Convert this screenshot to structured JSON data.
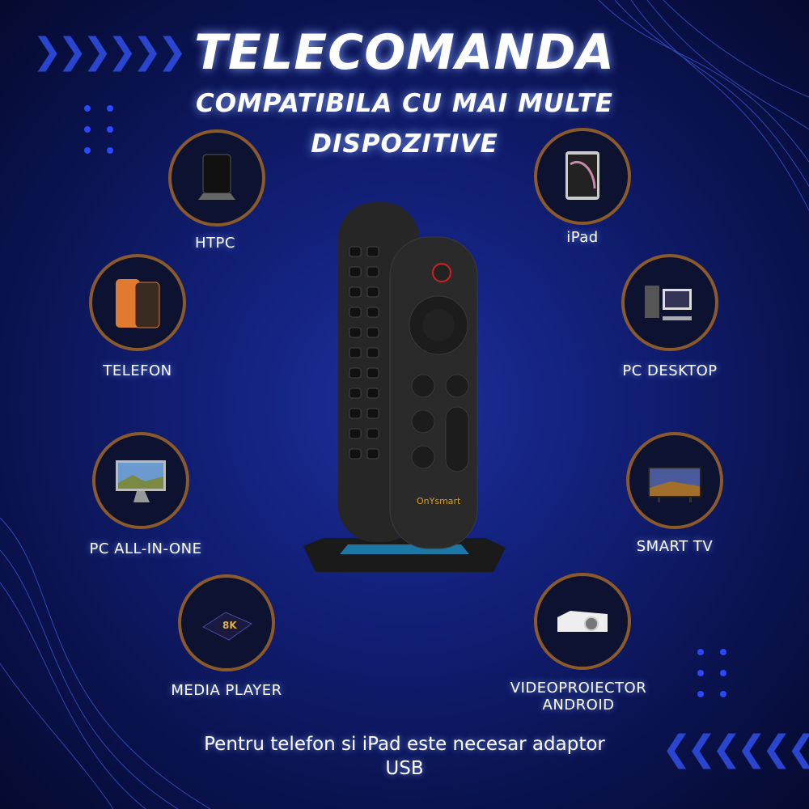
{
  "header": {
    "title": "TELECOMANDA",
    "subtitle_line1": "COMPATIBILA CU MAI MULTE",
    "subtitle_line2": "DISPOZITIVE"
  },
  "devices": [
    {
      "label": "HTPC",
      "icon": "htpc-icon"
    },
    {
      "label": "iPad",
      "icon": "tablet-icon"
    },
    {
      "label": "TELEFON",
      "icon": "phone-icon"
    },
    {
      "label": "PC DESKTOP",
      "icon": "desktop-icon"
    },
    {
      "label": "PC ALL-IN-ONE",
      "icon": "all-in-one-icon"
    },
    {
      "label": "SMART TV",
      "icon": "tv-icon"
    },
    {
      "label": "MEDIA PLAYER",
      "icon": "media-box-icon"
    },
    {
      "label": "VIDEOPROIECTOR",
      "label2": "ANDROID",
      "icon": "projector-icon"
    }
  ],
  "product": {
    "brand_logo": "OnYsmart"
  },
  "footer": {
    "note_line1": "Pentru telefon si iPad este necesar adaptor",
    "note_line2": "USB"
  },
  "colors": {
    "ring": "#8b5a2b",
    "accent": "#2b47ff",
    "background": "#12207a"
  }
}
